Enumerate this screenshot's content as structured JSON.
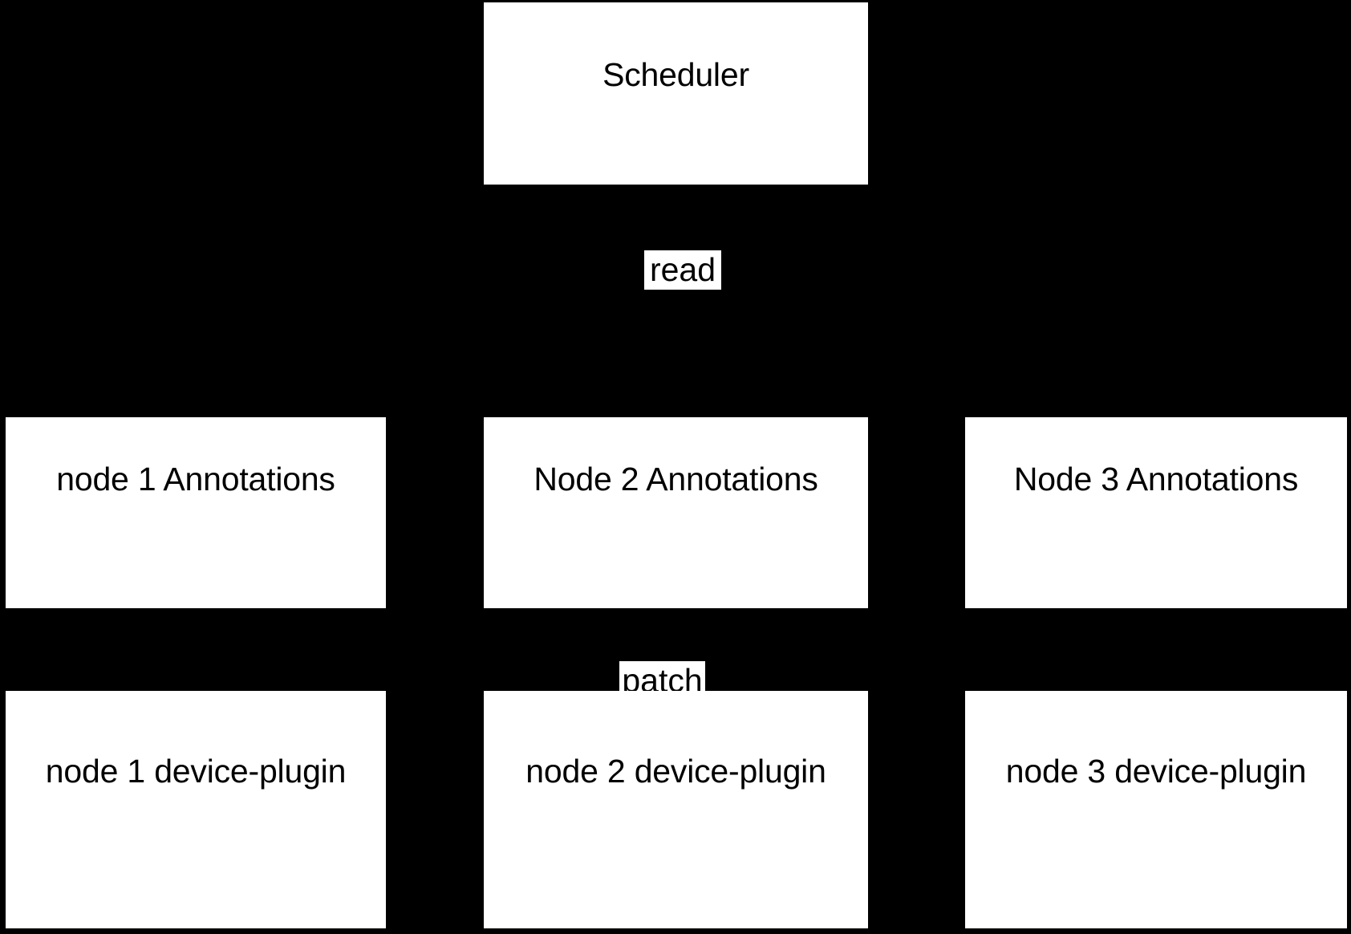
{
  "diagram": {
    "background_color": "#000000",
    "box_fill_color": "#ffffff",
    "text_color": "#000000",
    "scheduler": {
      "label": "Scheduler"
    },
    "edges": [
      {
        "label": "read"
      },
      {
        "label": "patch"
      }
    ],
    "rows": [
      {
        "name": "annotations",
        "boxes": [
          {
            "label": "node 1 Annotations"
          },
          {
            "label": "Node 2 Annotations"
          },
          {
            "label": "Node 3 Annotations"
          }
        ]
      },
      {
        "name": "device-plugins",
        "boxes": [
          {
            "label": "node 1 device-plugin"
          },
          {
            "label": "node 2 device-plugin"
          },
          {
            "label": "node 3 device-plugin"
          }
        ]
      }
    ]
  }
}
